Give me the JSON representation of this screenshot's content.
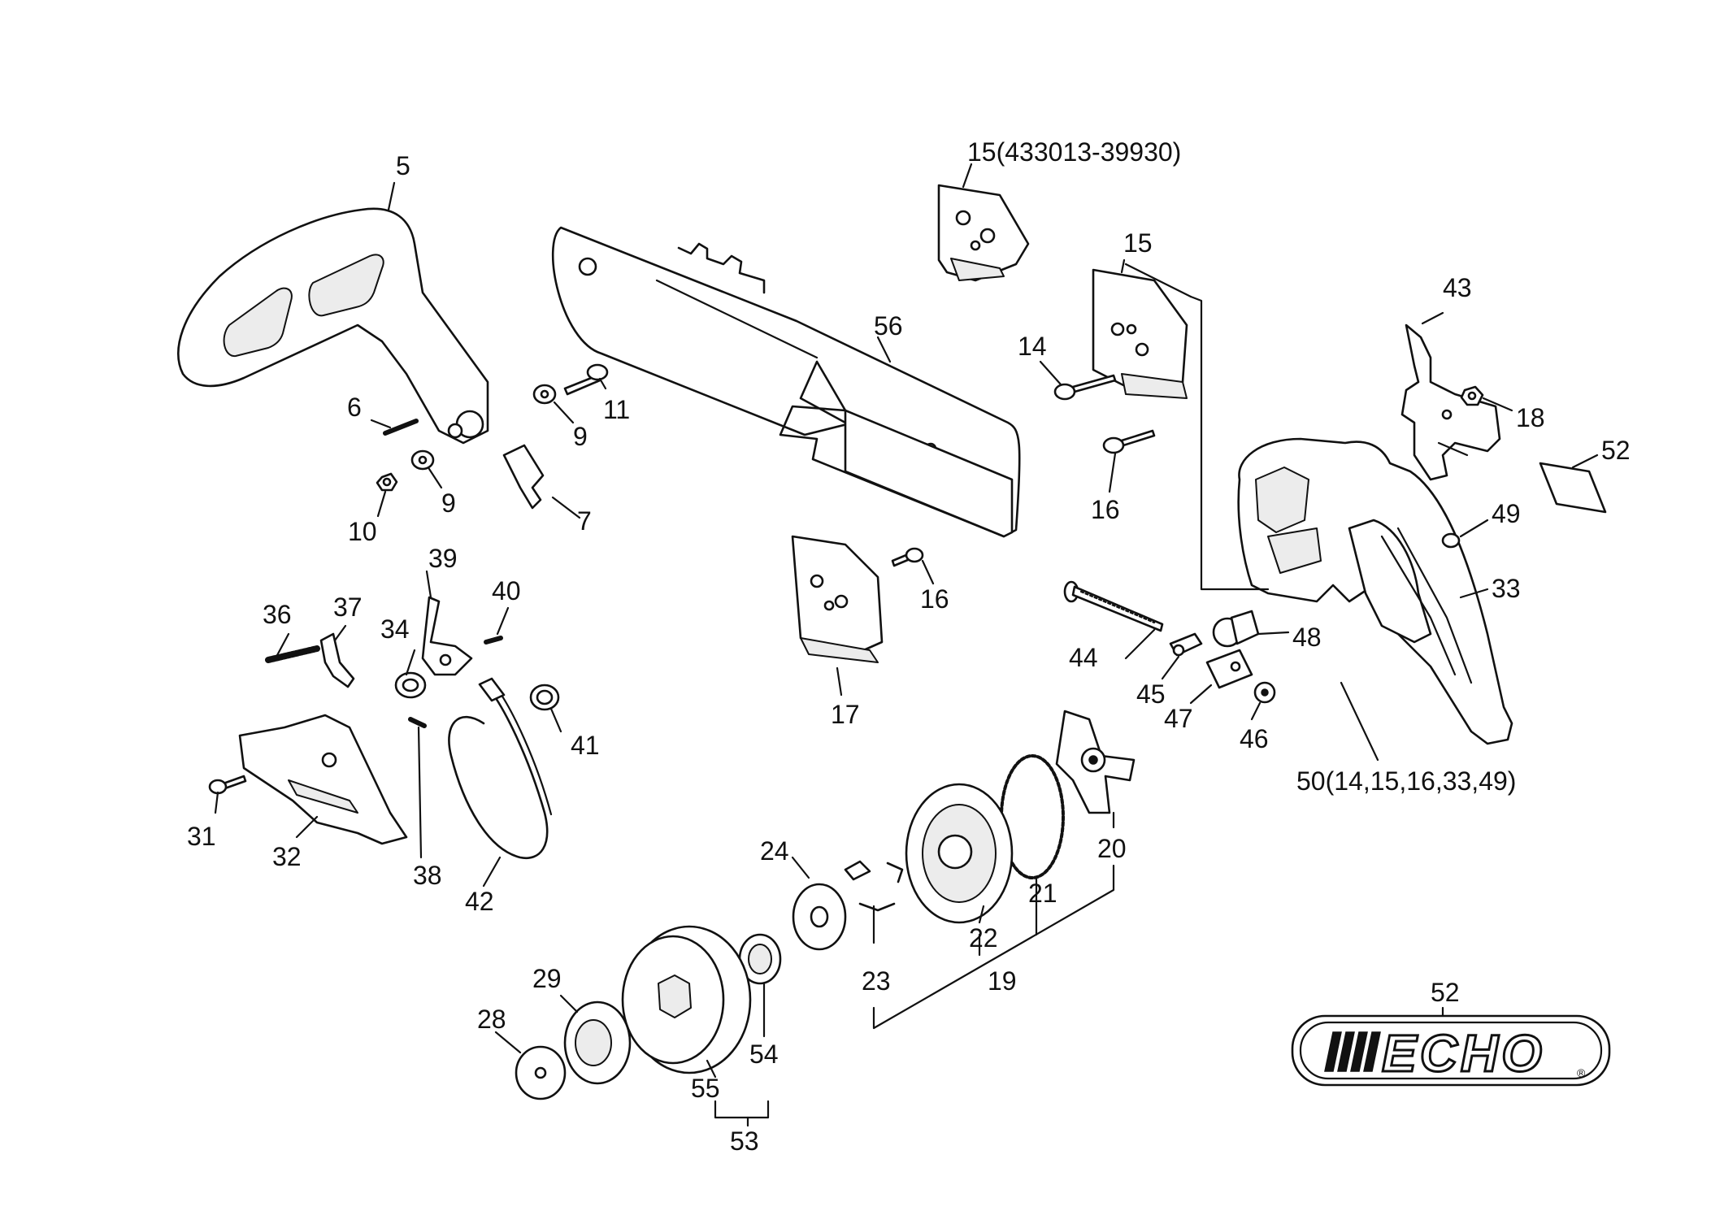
{
  "diagram": {
    "callouts": [
      {
        "id": "c5",
        "text": "5"
      },
      {
        "id": "c6",
        "text": "6"
      },
      {
        "id": "c7",
        "text": "7"
      },
      {
        "id": "c9a",
        "text": "9"
      },
      {
        "id": "c9b",
        "text": "9"
      },
      {
        "id": "c10",
        "text": "10"
      },
      {
        "id": "c11",
        "text": "11"
      },
      {
        "id": "c14",
        "text": "14"
      },
      {
        "id": "c15",
        "text": "15"
      },
      {
        "id": "c15kit",
        "text": "15(433013-39930)"
      },
      {
        "id": "c16a",
        "text": "16"
      },
      {
        "id": "c16b",
        "text": "16"
      },
      {
        "id": "c17",
        "text": "17"
      },
      {
        "id": "c18",
        "text": "18"
      },
      {
        "id": "c19",
        "text": "19"
      },
      {
        "id": "c20",
        "text": "20"
      },
      {
        "id": "c21",
        "text": "21"
      },
      {
        "id": "c22",
        "text": "22"
      },
      {
        "id": "c23",
        "text": "23"
      },
      {
        "id": "c24",
        "text": "24"
      },
      {
        "id": "c28",
        "text": "28"
      },
      {
        "id": "c29",
        "text": "29"
      },
      {
        "id": "c31",
        "text": "31"
      },
      {
        "id": "c32",
        "text": "32"
      },
      {
        "id": "c33",
        "text": "33"
      },
      {
        "id": "c34",
        "text": "34"
      },
      {
        "id": "c36",
        "text": "36"
      },
      {
        "id": "c37",
        "text": "37"
      },
      {
        "id": "c38",
        "text": "38"
      },
      {
        "id": "c39",
        "text": "39"
      },
      {
        "id": "c40",
        "text": "40"
      },
      {
        "id": "c41",
        "text": "41"
      },
      {
        "id": "c42",
        "text": "42"
      },
      {
        "id": "c43",
        "text": "43"
      },
      {
        "id": "c44",
        "text": "44"
      },
      {
        "id": "c45",
        "text": "45"
      },
      {
        "id": "c46",
        "text": "46"
      },
      {
        "id": "c47",
        "text": "47"
      },
      {
        "id": "c48",
        "text": "48"
      },
      {
        "id": "c49",
        "text": "49"
      },
      {
        "id": "c50",
        "text": "50(14,15,16,33,49)"
      },
      {
        "id": "c52a",
        "text": "52"
      },
      {
        "id": "c52b",
        "text": "52"
      },
      {
        "id": "c53",
        "text": "53"
      },
      {
        "id": "c54",
        "text": "54"
      },
      {
        "id": "c55",
        "text": "55"
      },
      {
        "id": "c56",
        "text": "56"
      }
    ],
    "logo": {
      "text": "ECHO",
      "mark": "®"
    }
  }
}
